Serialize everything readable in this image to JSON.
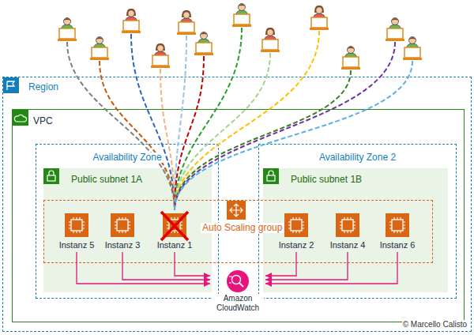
{
  "diagram": {
    "nodes": [
      {
        "text": [
          "Region"
        ]
      },
      {
        "text": [
          "VPC"
        ],
        "in": 0
      },
      {
        "text": [
          "Availability Zone"
        ],
        "in": 1
      },
      {
        "text": [
          "Public subnet 1A"
        ],
        "in": 2
      },
      {
        "text": [
          "Availability Zone 2"
        ],
        "in": 1
      },
      {
        "text": [
          "Public subnet 1B"
        ],
        "in": 4
      },
      {
        "text": [
          "Auto Scaling group"
        ],
        "in": 1
      },
      {
        "text": [
          "Instanz 5"
        ],
        "in": 3
      },
      {
        "text": [
          "Instanz 3"
        ],
        "in": 3
      },
      {
        "text": [
          "Instanz 1"
        ],
        "in": 3
      },
      {
        "text": [
          "Instanz 2"
        ],
        "in": 5
      },
      {
        "text": [
          "Instanz 4"
        ],
        "in": 5
      },
      {
        "text": [
          "Instanz 6"
        ],
        "in": 5
      },
      {
        "text": [
          "Amazon CloudWatch"
        ],
        "in": 1
      }
    ],
    "edges": [
      {
        "from": 7,
        "to": 13,
        "arrow": "to"
      },
      {
        "from": 8,
        "to": 13,
        "arrow": "to"
      },
      {
        "from": 9,
        "to": 13,
        "arrow": "to"
      },
      {
        "from": 10,
        "to": 13,
        "arrow": "to"
      },
      {
        "from": 11,
        "to": 13,
        "arrow": "to"
      },
      {
        "from": 12,
        "to": 13,
        "arrow": "to"
      }
    ],
    "labels": [
      "© Marcello Calisto"
    ]
  }
}
